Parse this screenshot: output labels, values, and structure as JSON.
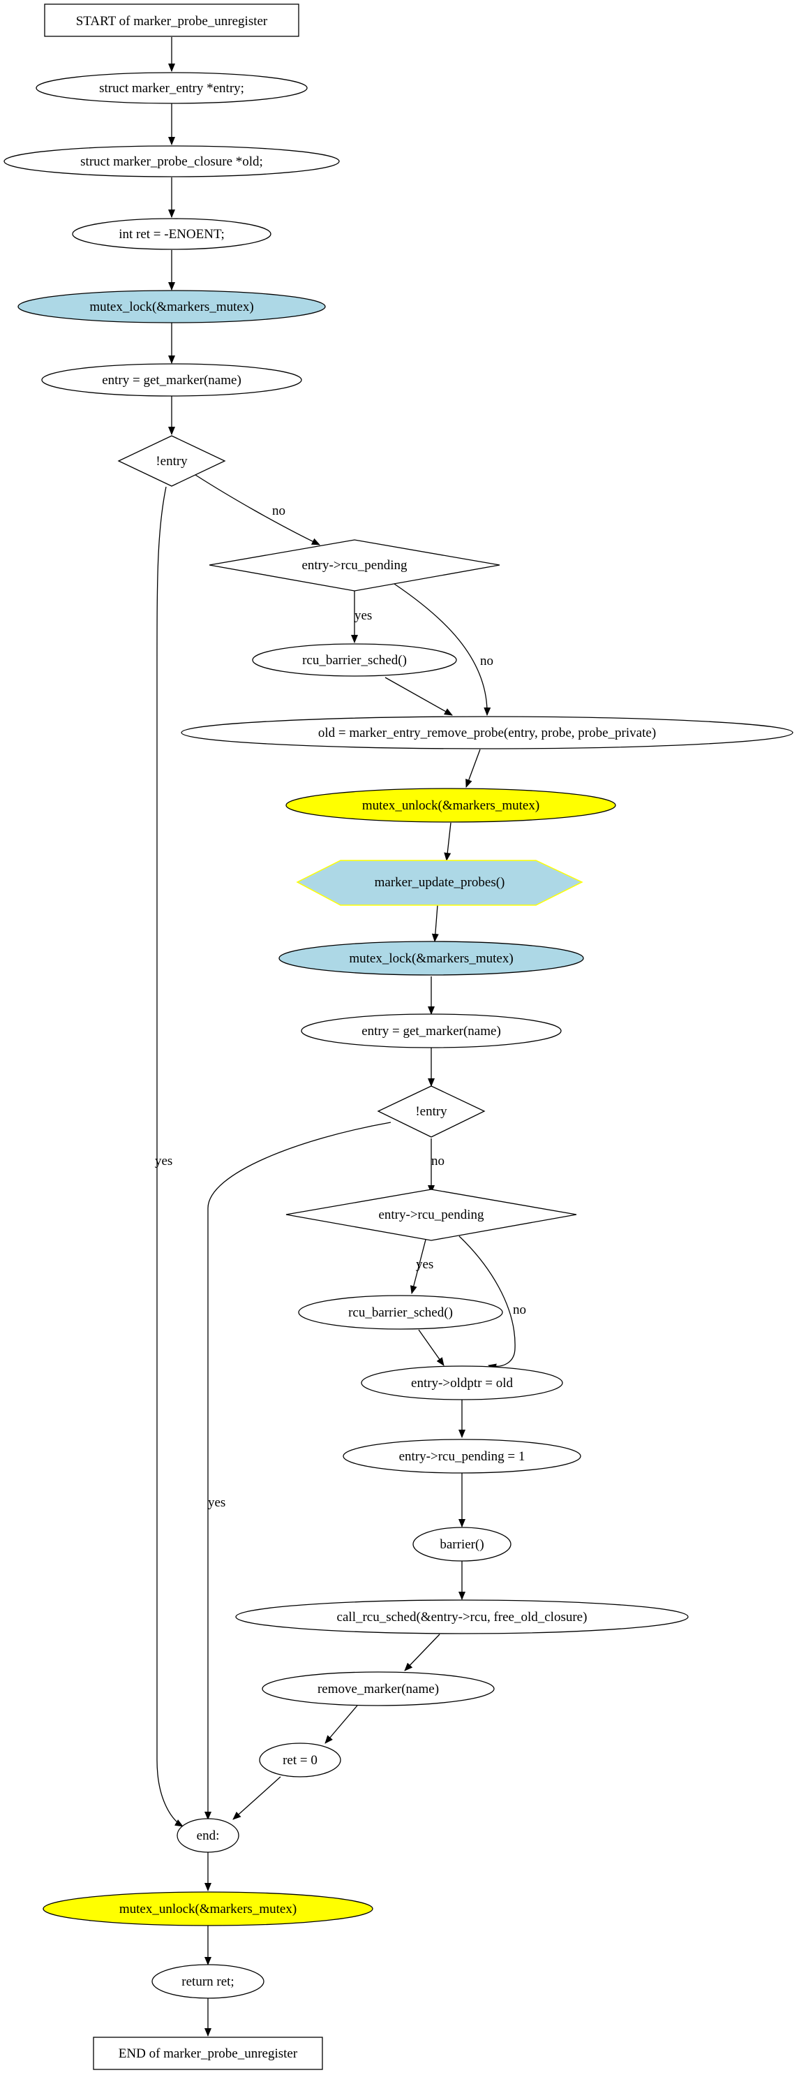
{
  "colors": {
    "blue_fill": "#add8e6",
    "yellow_fill": "#ffff00",
    "white_fill": "#ffffff",
    "stroke": "#000000",
    "hexagon_stroke": "#ffff00"
  },
  "nodes": {
    "start": "START of marker_probe_unregister",
    "decl_entry": "struct marker_entry *entry;",
    "decl_old": "struct marker_probe_closure *old;",
    "decl_ret": "int ret = -ENOENT;",
    "lock1": "mutex_lock(&markers_mutex)",
    "get1": "entry = get_marker(name)",
    "cond1": "!entry",
    "pending1": "entry->rcu_pending",
    "barrier_sched1": "rcu_barrier_sched()",
    "remove_probe": "old = marker_entry_remove_probe(entry, probe, probe_private)",
    "unlock1": "mutex_unlock(&markers_mutex)",
    "update_probes": "marker_update_probes()",
    "lock2": "mutex_lock(&markers_mutex)",
    "get2": "entry = get_marker(name)",
    "cond2": "!entry",
    "pending2": "entry->rcu_pending",
    "barrier_sched2": "rcu_barrier_sched()",
    "oldptr": "entry->oldptr = old",
    "set_pending": "entry->rcu_pending = 1",
    "barrier": "barrier()",
    "call_rcu": "call_rcu_sched(&entry->rcu, free_old_closure)",
    "remove_marker": "remove_marker(name)",
    "ret0": "ret = 0",
    "end_label": "end:",
    "unlock2": "mutex_unlock(&markers_mutex)",
    "return_ret": "return ret;",
    "end": "END of marker_probe_unregister"
  },
  "edge_labels": {
    "cond1_no": "no",
    "cond1_yes": "yes",
    "pending1_yes": "yes",
    "pending1_no": "no",
    "cond2_no": "no",
    "cond2_yes": "yes",
    "pending2_yes": "yes",
    "pending2_no": "no"
  }
}
